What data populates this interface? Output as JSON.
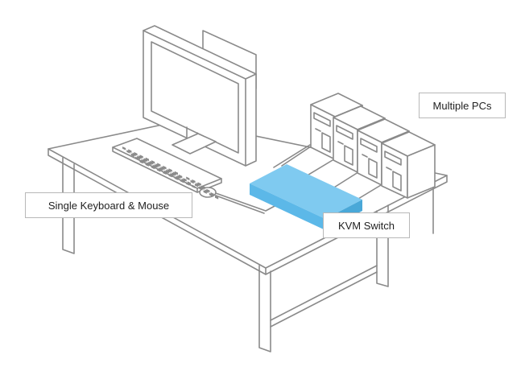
{
  "labels": {
    "multiple_pcs": "Multiple PCs",
    "single_keyboard_mouse": "Single Keyboard & Mouse",
    "kvm_switch": "KVM Switch"
  },
  "colors": {
    "outline": "#8a8a8a",
    "kvm_fill": "#5cb8e8",
    "kvm_top": "#7fcaf0",
    "label_border": "#b8b8b8"
  }
}
